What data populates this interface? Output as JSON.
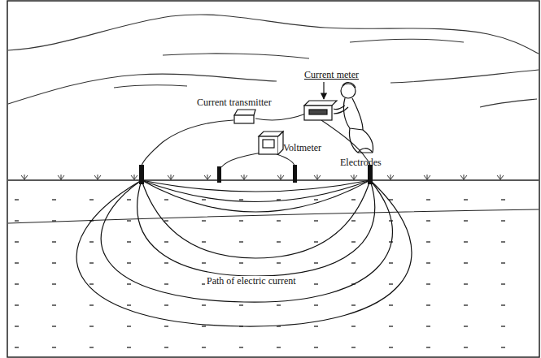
{
  "diagram": {
    "labels": [
      "Current meter",
      "Current transmitter",
      "Voltmeter",
      "Electrodes",
      "Path of electric current"
    ]
  }
}
